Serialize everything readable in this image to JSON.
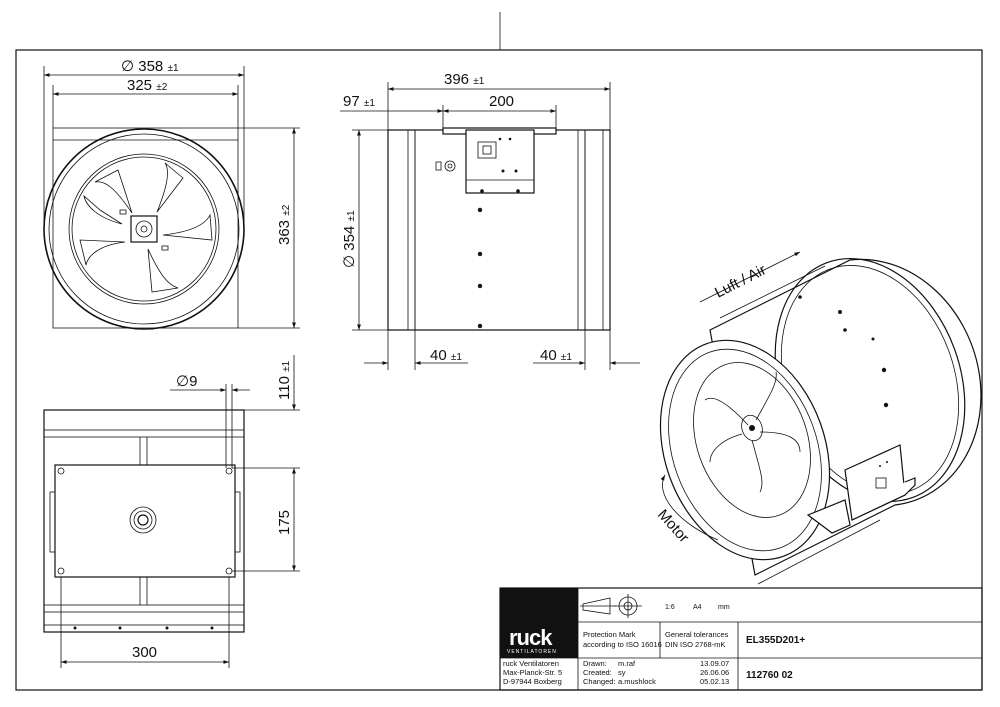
{
  "dimensions": {
    "diameter_358": {
      "symbol": "∅",
      "value": "358",
      "tol": "±1"
    },
    "width_325": {
      "value": "325",
      "tol": "±2"
    },
    "height_363": {
      "value": "363",
      "tol": "±2"
    },
    "length_396": {
      "value": "396",
      "tol": "±1"
    },
    "offset_97": {
      "value": "97",
      "tol": "±1"
    },
    "box_200": {
      "value": "200"
    },
    "diameter_354": {
      "symbol": "∅",
      "value": "354",
      "tol": "±1"
    },
    "flange_left_40": {
      "value": "40",
      "tol": "±1"
    },
    "flange_right_40": {
      "value": "40",
      "tol": "±1"
    },
    "hole_9": {
      "symbol": "∅",
      "value": "9"
    },
    "height_110": {
      "value": "110",
      "tol": "±1"
    },
    "height_175": {
      "value": "175"
    },
    "width_300": {
      "value": "300"
    }
  },
  "labels": {
    "airflow": "Luft / Air",
    "motor": "Motor"
  },
  "titleblock": {
    "brand": "ruck",
    "brand_sub": "VENTILATOREN",
    "scale_a": "1:6",
    "scale_b": "A4",
    "unit": "mm",
    "protection_line1": "Protection Mark",
    "protection_line2": "according to ISO 16016",
    "tolerances_line1": "General tolerances",
    "tolerances_line2": "DIN ISO 2768-mK",
    "product_code": "EL355D201+",
    "company_line1": "ruck Ventilatoren",
    "company_line2": "Max-Planck-Str. 5",
    "company_line3": "D-97944 Boxberg",
    "drawn_label": "Drawn:",
    "drawn_by": "m.raf",
    "drawn_date": "13.09.07",
    "created_label": "Created:",
    "created_by": "sy",
    "created_date": "26.06.06",
    "changed_label": "Changed:",
    "changed_by": "a.mushlock",
    "changed_date": "05.02.13",
    "drawing_number": "112760 02"
  }
}
